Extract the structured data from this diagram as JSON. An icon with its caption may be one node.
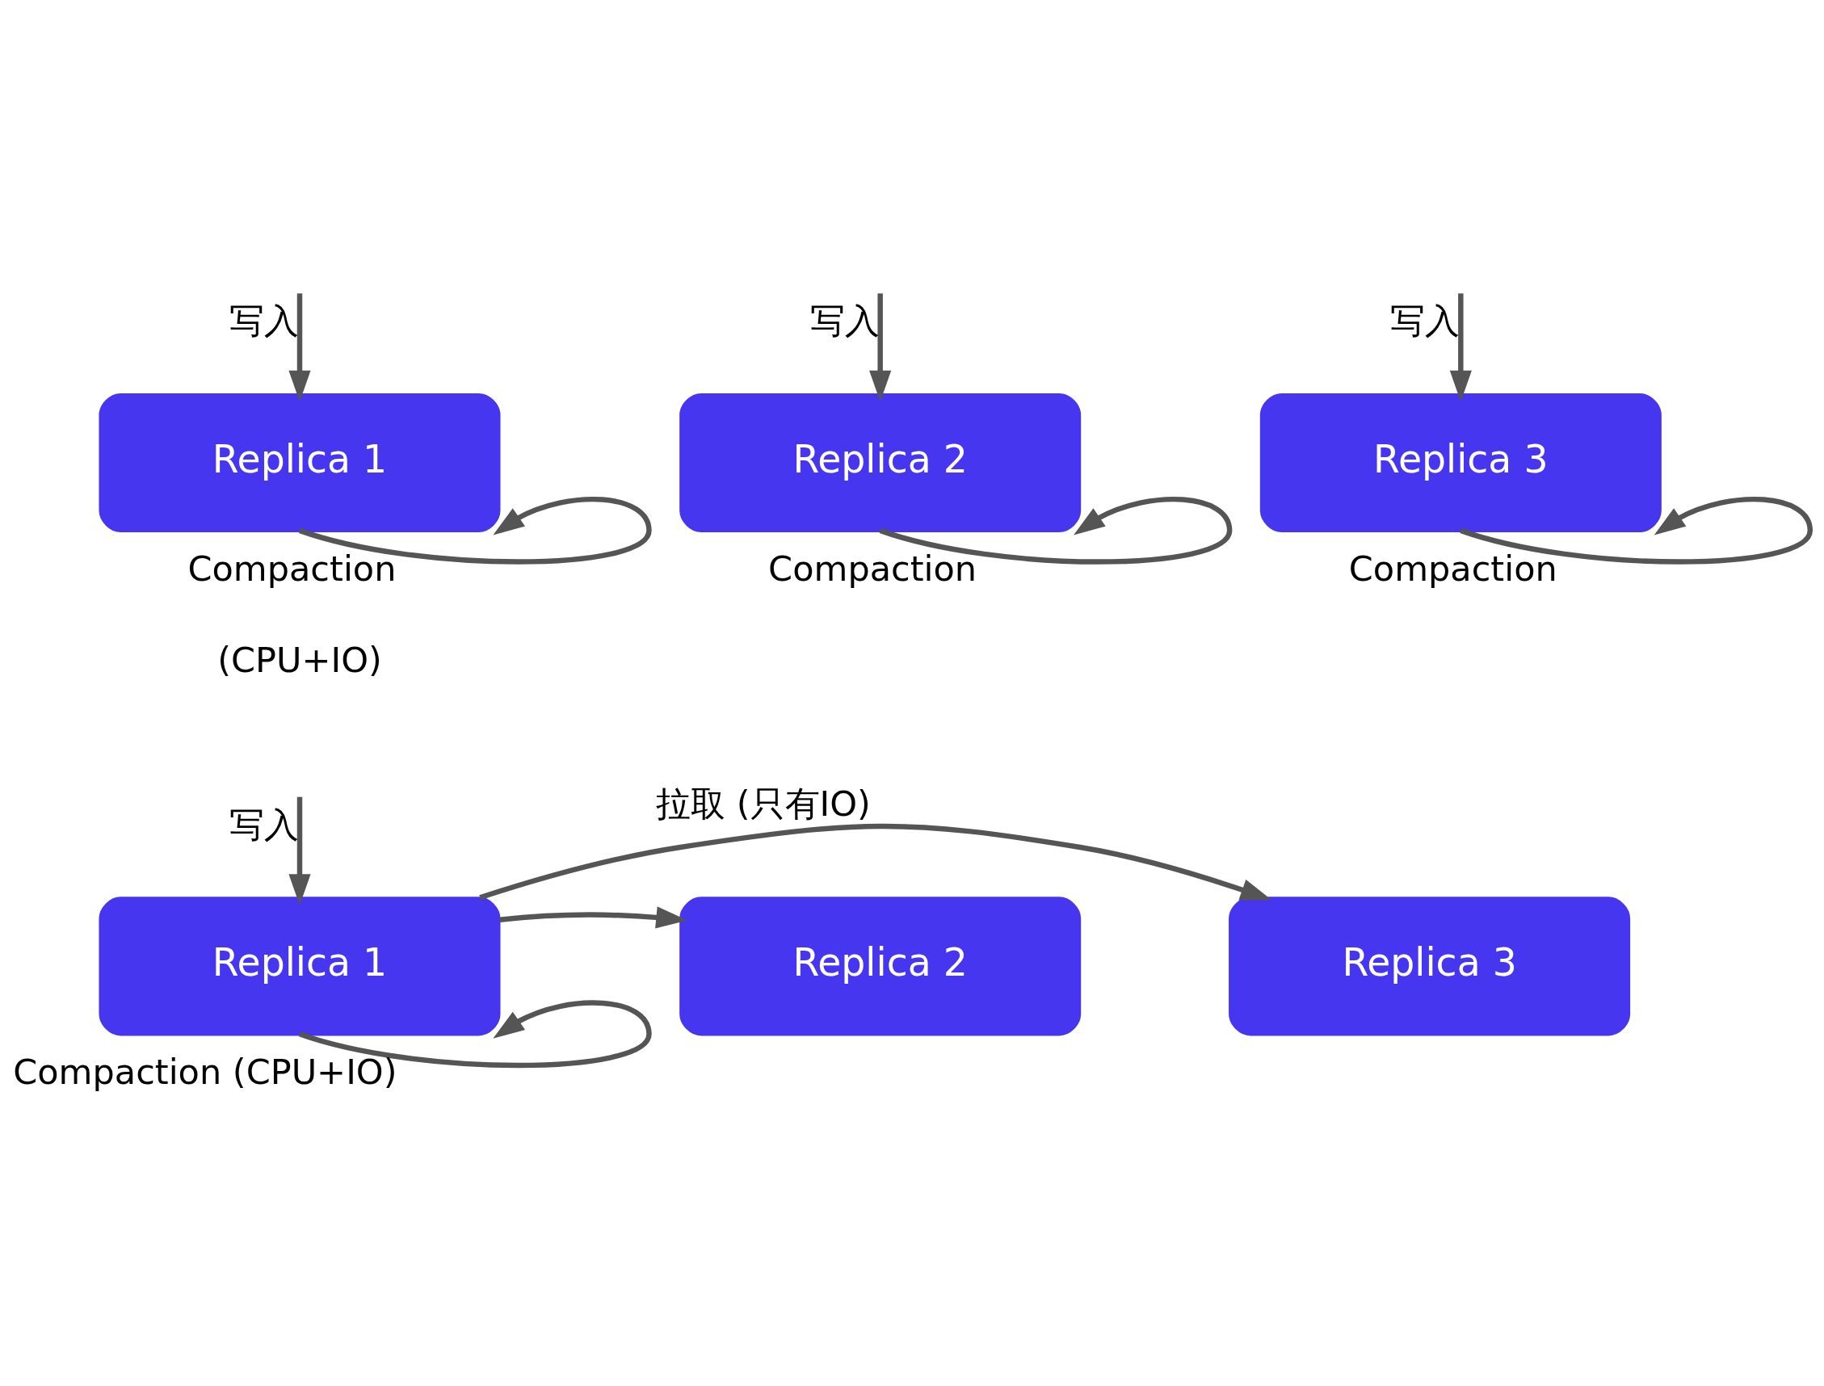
{
  "diagram": {
    "nodes": [
      {
        "text": [
          "Replica 1"
        ]
      },
      {
        "text": [
          "Replica 2"
        ]
      },
      {
        "text": [
          "Replica 3"
        ]
      },
      {
        "text": [
          "Replica 1"
        ]
      },
      {
        "text": [
          "Replica 2"
        ]
      },
      {
        "text": [
          "Replica 3"
        ]
      }
    ],
    "edges": [
      {
        "from": null,
        "to": 0,
        "arrow": "to",
        "label": "写入"
      },
      {
        "from": null,
        "to": 1,
        "arrow": "to",
        "label": "写入"
      },
      {
        "from": null,
        "to": 2,
        "arrow": "to",
        "label": "写入"
      },
      {
        "from": 0,
        "to": 0,
        "arrow": "to",
        "label": "Compaction"
      },
      {
        "from": 1,
        "to": 1,
        "arrow": "to",
        "label": "Compaction"
      },
      {
        "from": 2,
        "to": 2,
        "arrow": "to",
        "label": "Compaction"
      },
      {
        "from": null,
        "to": 3,
        "arrow": "to",
        "label": "写入"
      },
      {
        "from": 3,
        "to": 3,
        "arrow": "to",
        "label": "Compaction (CPU+IO)"
      },
      {
        "from": 3,
        "to": 4,
        "arrow": "to"
      },
      {
        "from": 3,
        "to": 5,
        "arrow": "to",
        "label": "拉取 (只有IO)"
      }
    ],
    "labels": [
      "(CPU+IO)"
    ]
  }
}
